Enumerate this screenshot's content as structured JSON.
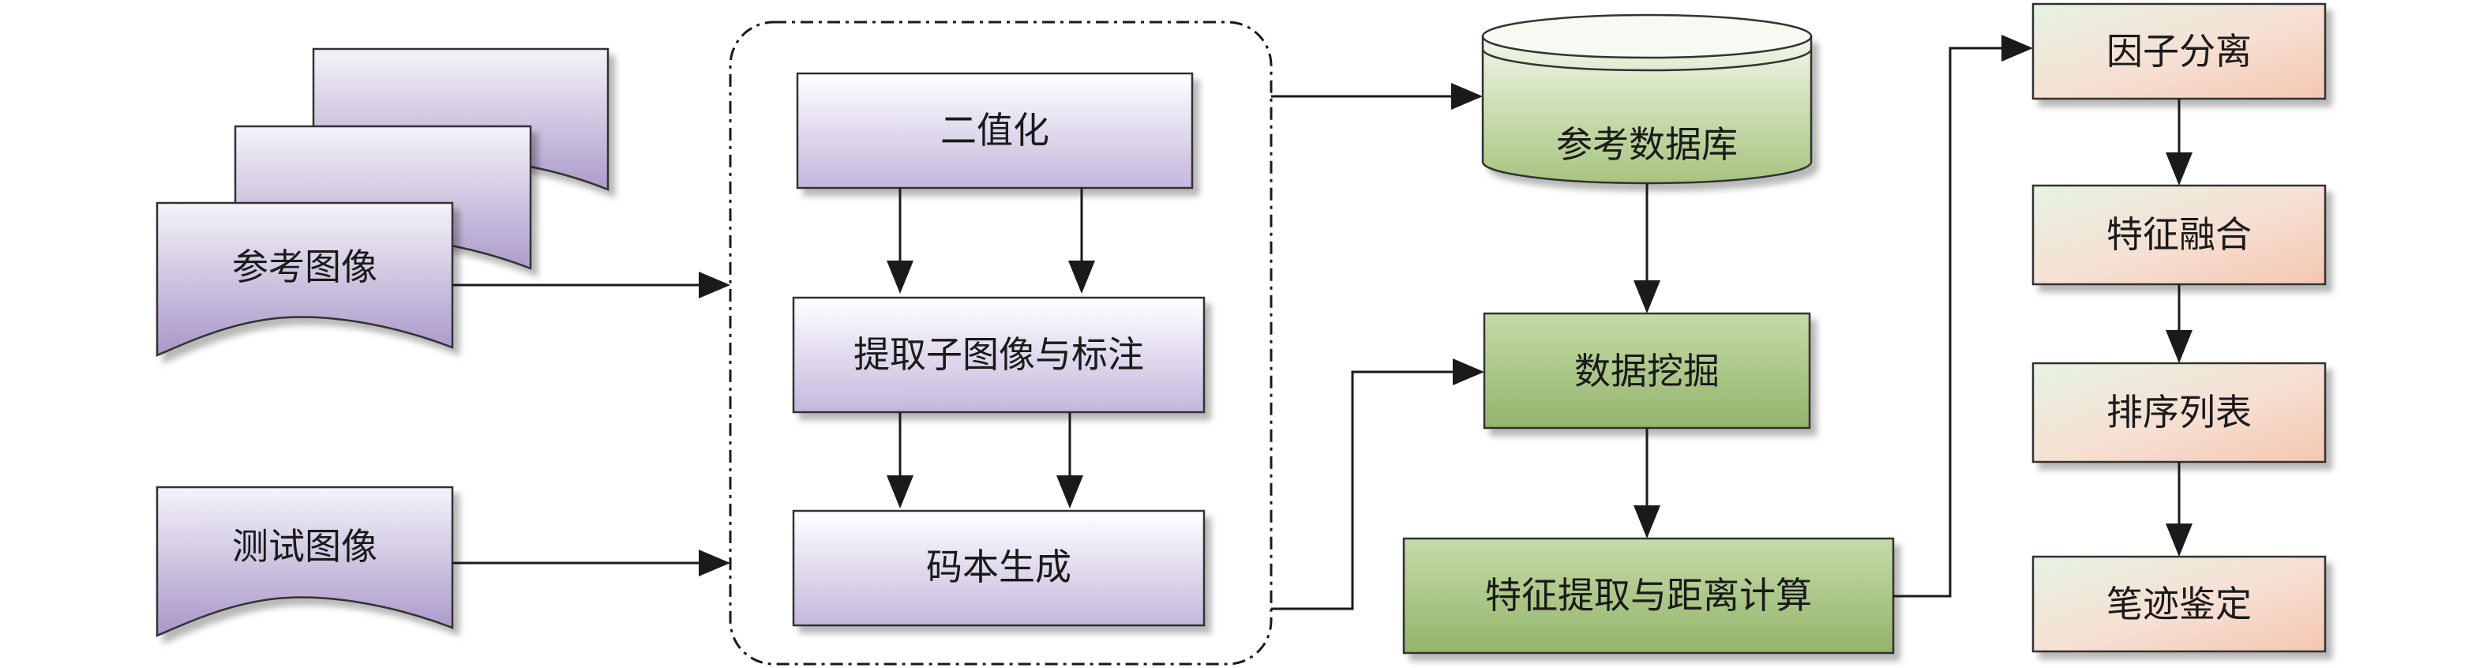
{
  "inputs": {
    "reference_images": "参考图像",
    "test_image": "测试图像"
  },
  "codebook_stage": {
    "binarize": "二值化",
    "extract_subimages": "提取子图像与标注",
    "codebook_generation": "码本生成"
  },
  "mining_stage": {
    "reference_database": "参考数据库",
    "data_mining": "数据挖掘",
    "feature_distance": "特征提取与距离计算"
  },
  "decision_stage": {
    "factor_separation": "因子分离",
    "feature_fusion": "特征融合",
    "ranking_list": "排序列表",
    "handwriting_identification": "笔迹鉴定"
  },
  "colors": {
    "purple_light": "#f3f0f8",
    "purple_dark": "#a594c6",
    "green_light": "#e9f1da",
    "green_dark": "#9cbb74",
    "peach_light": "#e8f3e2",
    "peach_dark": "#f5cdb8",
    "edge": "#1a1a1a"
  }
}
